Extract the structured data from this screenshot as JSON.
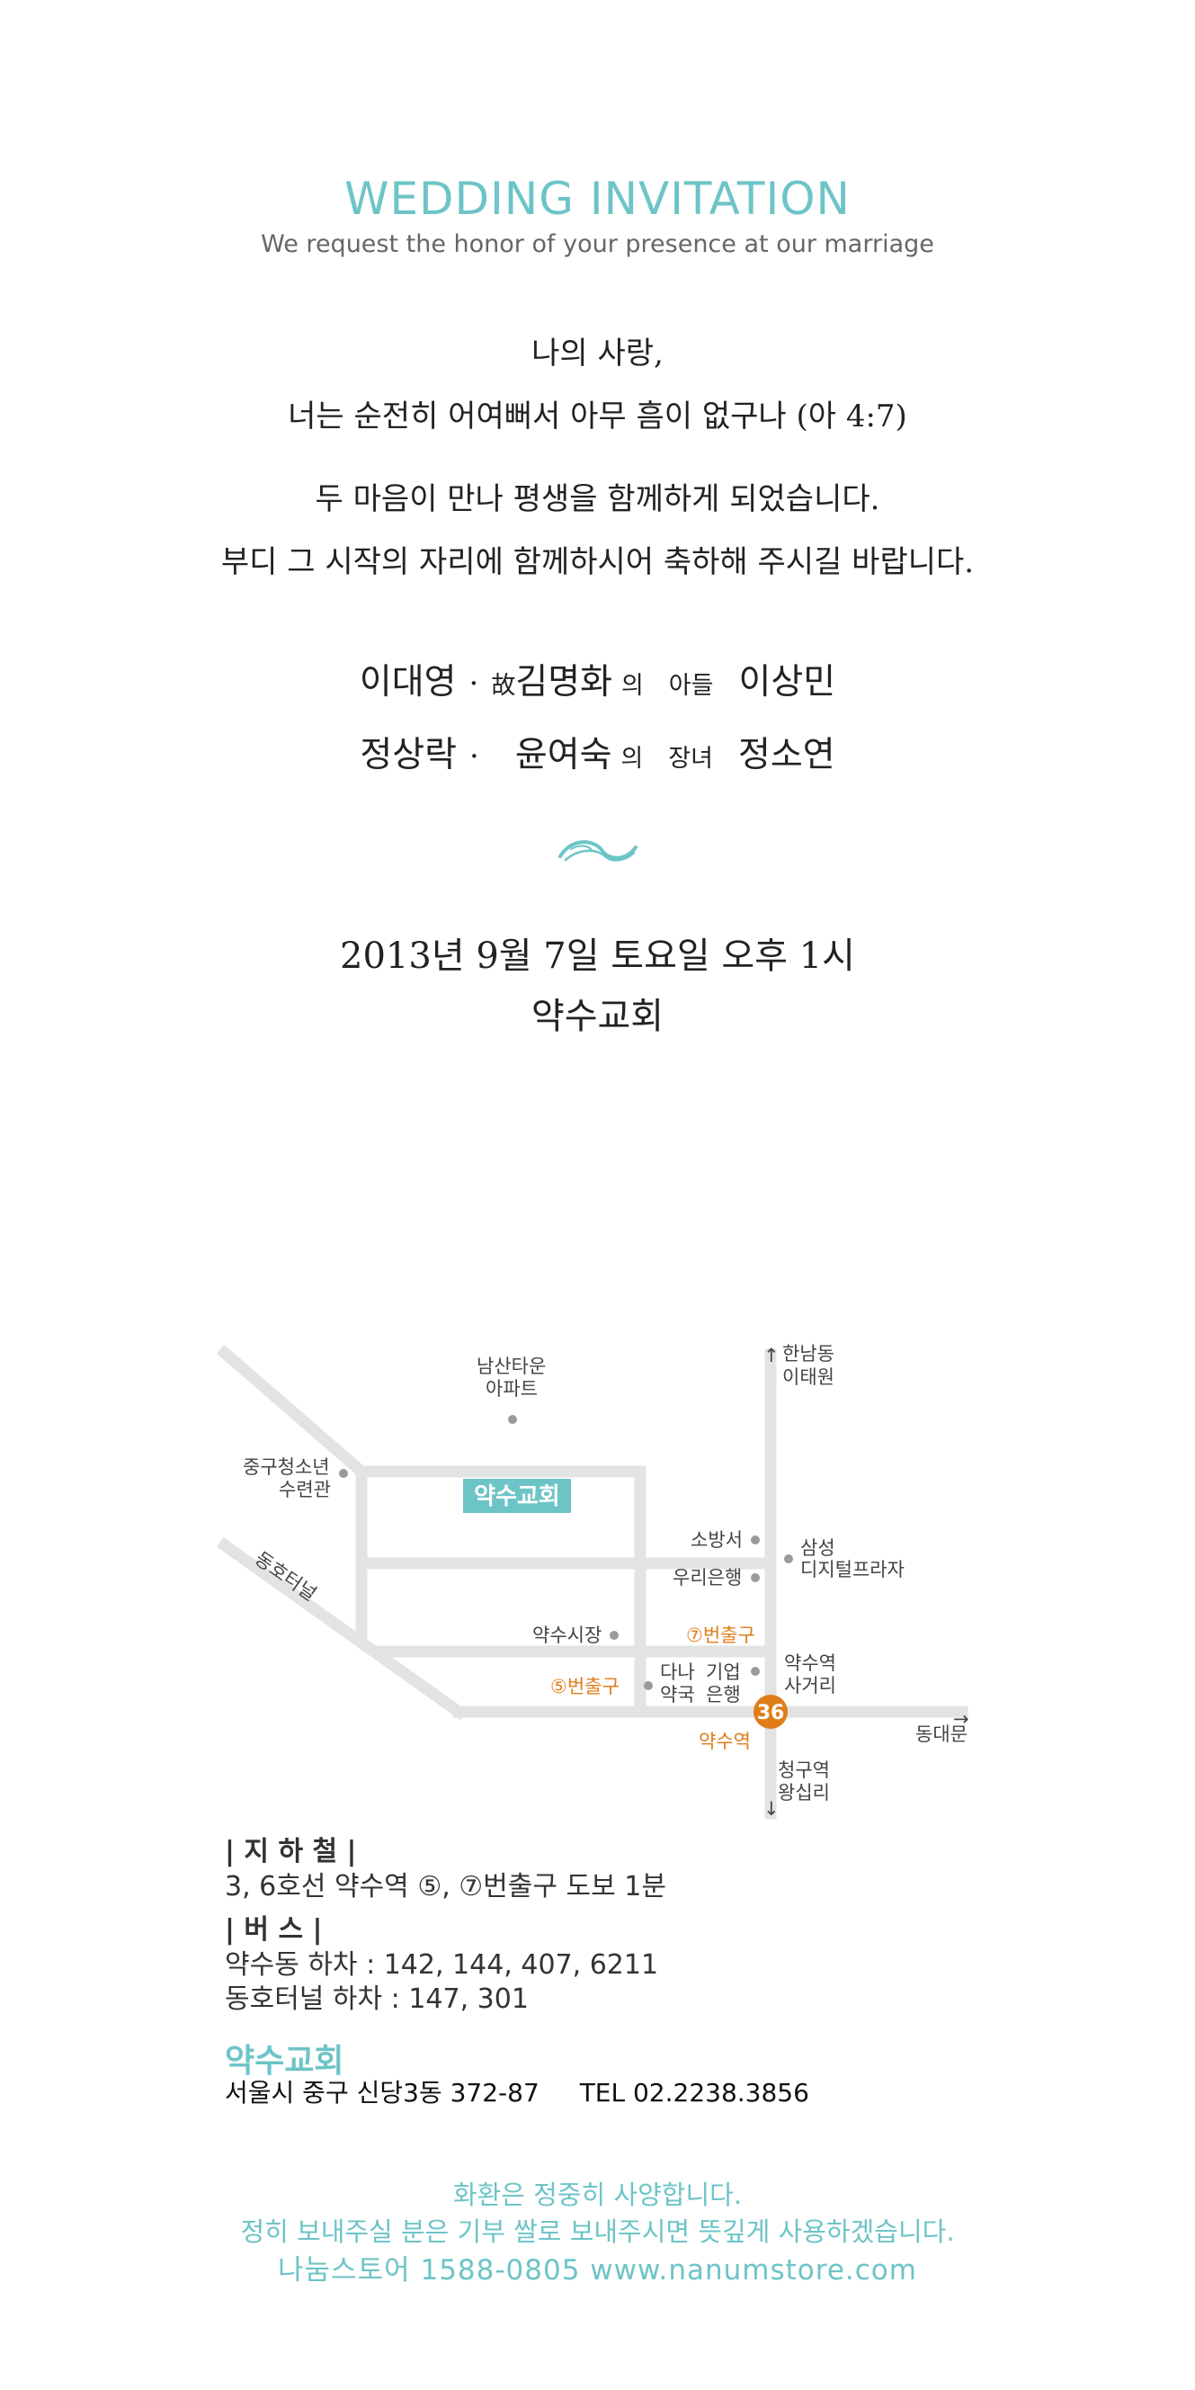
{
  "header": {
    "title": "WEDDING INVITATION",
    "subtitle": "We request the honor of your presence at our marriage"
  },
  "verse": {
    "line1": "나의 사랑,",
    "line2": "너는 순전히 어여뻐서 아무 흠이 없구나 (아 4:7)"
  },
  "message": {
    "line1": "두 마음이 만나 평생을 함께하게 되었습니다.",
    "line2": "부디 그 시작의 자리에 함께하시어 축하해 주시길 바랍니다."
  },
  "families": {
    "groom": {
      "father": "이대영",
      "mother_prefix": "故",
      "mother": "김명화",
      "particle": "의",
      "relation": "아들",
      "name": "이상민"
    },
    "bride": {
      "father": "정상락",
      "mother": "윤여숙",
      "particle": "의",
      "relation": "장녀",
      "name": "정소연"
    },
    "separator": "·"
  },
  "event": {
    "datetime": "2013년 9월 7일 토요일 오후 1시",
    "venue": "약수교회"
  },
  "map": {
    "labels": {
      "hannam": [
        "한남동",
        "이태원"
      ],
      "namsan": [
        "남산타운",
        "아파트"
      ],
      "youth_center": [
        "중구청소년",
        "수련관"
      ],
      "church": "약수교회",
      "fire_station": "소방서",
      "woori_bank": "우리은행",
      "samsung": [
        "삼성",
        "디지털프라자"
      ],
      "donghoteoneol": "동호터널",
      "market": "약수시장",
      "exit7": "⑦번출구",
      "exit5": "⑤번출구",
      "dana": [
        "다나",
        "약국"
      ],
      "ibk": [
        "기업",
        "은행"
      ],
      "intersection": [
        "약수역",
        "사거리"
      ],
      "station_number": "36",
      "station": "약수역",
      "dongdaemun": "동대문",
      "cheonggu": [
        "청구역",
        "왕십리"
      ]
    },
    "colors": {
      "road": "#e3e3e3",
      "accent": "#6dc4c6",
      "station": "#e07d1a"
    }
  },
  "directions": {
    "subway_heading": "| 지 하 철 |",
    "subway_text": "3, 6호선 약수역 ⑤, ⑦번출구 도보 1분",
    "bus_heading": "| 버      스 |",
    "bus_line1": "약수동 하차 : 142, 144, 407, 6211",
    "bus_line2": "동호터널 하차 : 147, 301"
  },
  "church_info": {
    "name": "약수교회",
    "address": "서울시 중구 신당3동 372-87",
    "tel": "TEL 02.2238.3856"
  },
  "footer": {
    "line1": "화환은 정중히 사양합니다.",
    "line2": "정히 보내주실 분은 기부 쌀로 보내주시면 뜻깊게 사용하겠습니다.",
    "line3": "나눔스토어 1588-0805 www.nanumstore.com"
  }
}
